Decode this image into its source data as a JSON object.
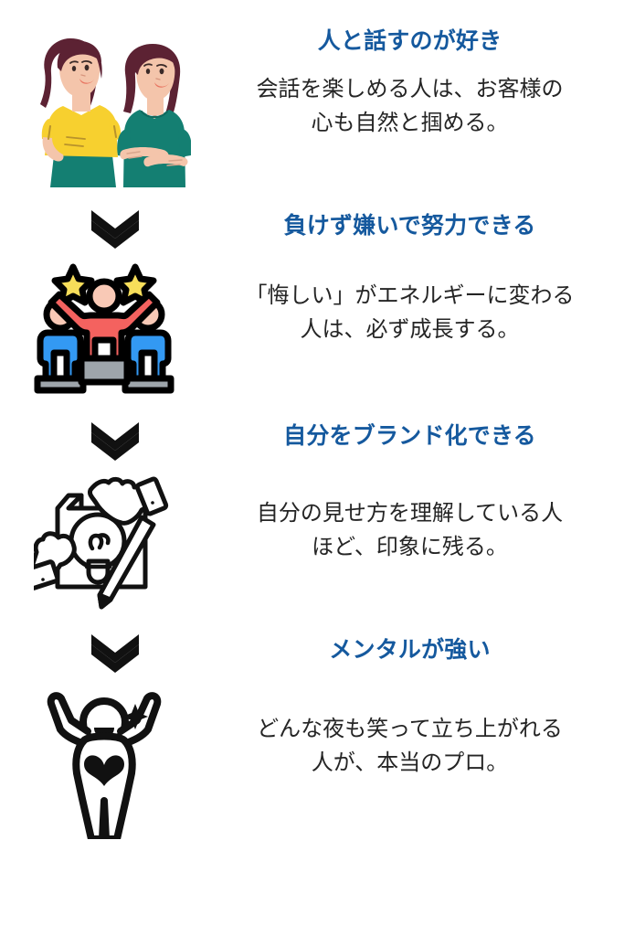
{
  "document": {
    "type": "infographic",
    "background_color": "#ffffff",
    "heading_color": "#15599e",
    "body_text_color": "#252525",
    "separator_icon": "double-chevron-down-icon",
    "separator_color": "#111111"
  },
  "sections": [
    {
      "id": "likes-talking",
      "heading": "人と話すのが好き",
      "body_line_1": "会話を楽しめる人は、お客様の",
      "body_line_2": "心も自然と掴める。",
      "illustration": "two-women-talking-illustration",
      "illustration_colors": {
        "hair": "#5c2233",
        "skin": "#f4c5ab",
        "top_left": "#f7d02f",
        "skirt_left": "#147f72",
        "sweater_right": "#147f72",
        "outline": "#3a2a28"
      }
    },
    {
      "id": "hates-losing",
      "heading": "負けず嫌いで努力できる",
      "body_line_1": "「悔しい」がエネルギーに変わる",
      "body_line_2": "人は、必ず成長する。",
      "illustration": "winners-podium-illustration",
      "illustration_colors": {
        "winner": "#f4625f",
        "others": "#3399f3",
        "star": "#f7de5a",
        "skin": "#f9c9b6",
        "podium": "#9ea5ab",
        "outline": "#000000"
      }
    },
    {
      "id": "self-branding",
      "heading": "自分をブランド化できる",
      "body_line_1": "自分の見せ方を理解している人",
      "body_line_2": "ほど、印象に残る。",
      "illustration": "lightbulb-hands-pencil-icon",
      "illustration_colors": {
        "outline": "#111111",
        "fill": "#ffffff"
      }
    },
    {
      "id": "strong-mental",
      "heading": "メンタルが強い",
      "body_line_1": "どんな夜も笑って立ち上がれる",
      "body_line_2": "人が、本当のプロ。",
      "illustration": "person-arms-raised-heart-icon",
      "illustration_colors": {
        "outline": "#111111",
        "heart": "#111111",
        "fill": "#ffffff"
      }
    }
  ],
  "separators": [
    {
      "id": "separator-1",
      "icon": "double-chevron-down-icon"
    },
    {
      "id": "separator-2",
      "icon": "double-chevron-down-icon"
    },
    {
      "id": "separator-3",
      "icon": "double-chevron-down-icon"
    }
  ]
}
